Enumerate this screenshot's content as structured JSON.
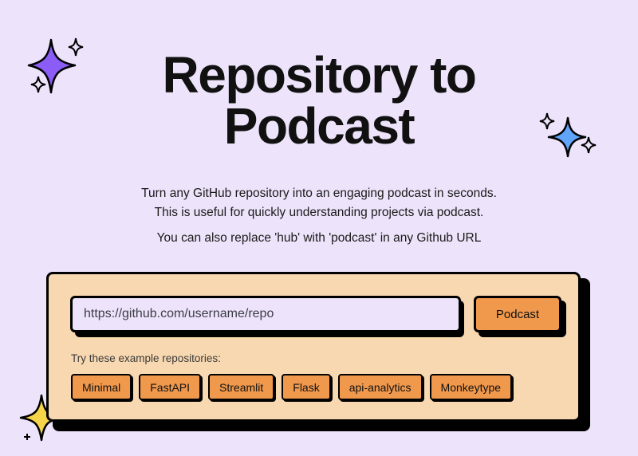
{
  "title": {
    "line1": "Repository to",
    "line2": "Podcast"
  },
  "description": {
    "line1": "Turn any GitHub repository into an engaging podcast in seconds.",
    "line2": "This is useful for quickly understanding projects via podcast.",
    "line3": "You can also replace 'hub' with 'podcast' in any Github URL"
  },
  "form": {
    "url_placeholder": "https://github.com/username/repo",
    "submit_label": "Podcast"
  },
  "examples": {
    "label": "Try these example repositories:",
    "items": [
      {
        "label": "Minimal"
      },
      {
        "label": "FastAPI"
      },
      {
        "label": "Streamlit"
      },
      {
        "label": "Flask"
      },
      {
        "label": "api-analytics"
      },
      {
        "label": "Monkeytype"
      }
    ]
  },
  "colors": {
    "background": "#ede3fa",
    "panel": "#f8d8b0",
    "accent_orange": "#f0984c",
    "sparkle_purple": "#8b5cf6",
    "sparkle_blue": "#60a5fa",
    "sparkle_yellow": "#f7d54a"
  },
  "icons": [
    "sparkle-purple-icon",
    "sparkle-blue-icon",
    "sparkle-yellow-icon",
    "small-sparkle-outline-icon",
    "plus-sparkle-icon"
  ]
}
